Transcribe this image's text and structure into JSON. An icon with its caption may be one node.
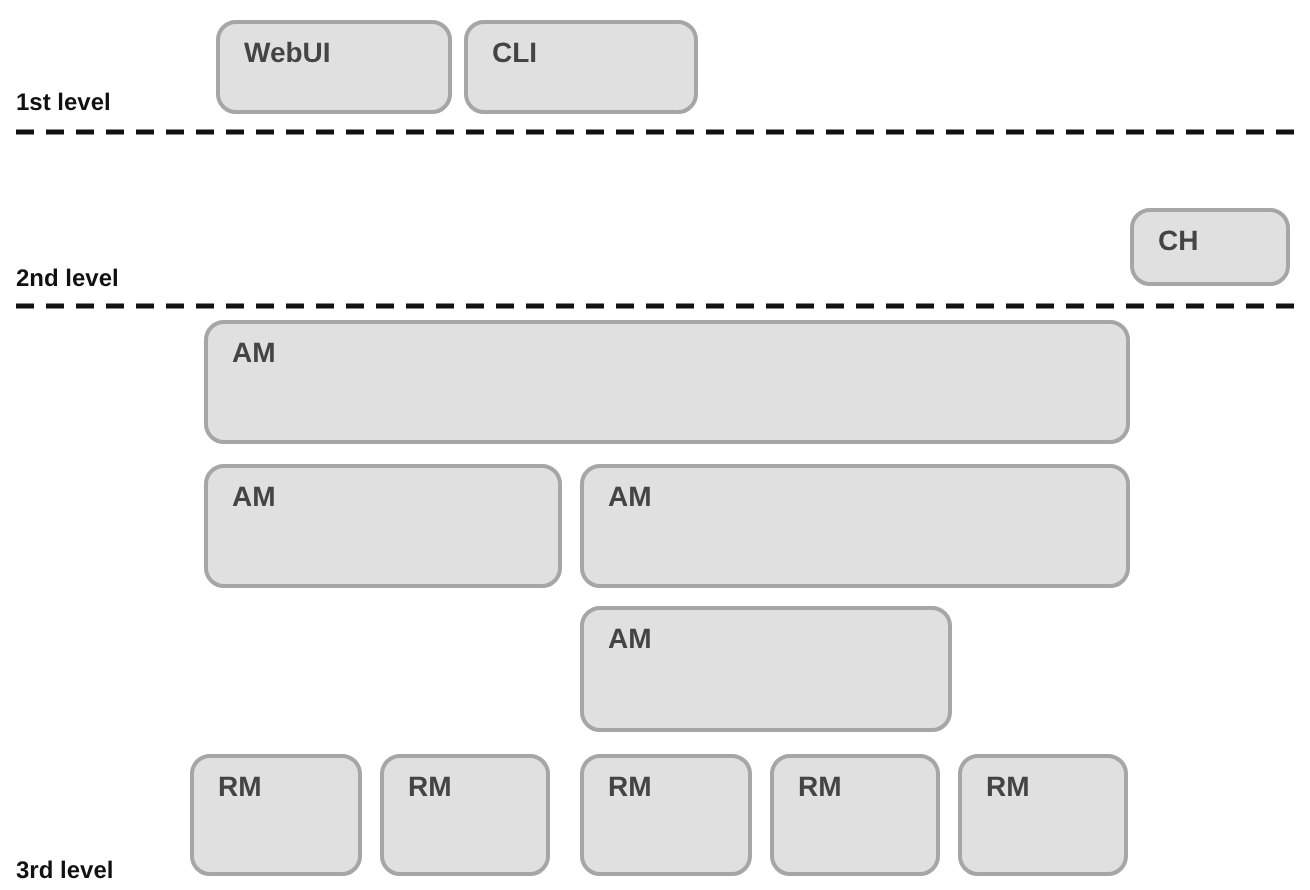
{
  "diagram": {
    "nodes": [
      {
        "text": [
          "WebUI"
        ]
      },
      {
        "text": [
          "CLI"
        ]
      },
      {
        "text": [
          "CH"
        ]
      },
      {
        "text": [
          "AM"
        ]
      },
      {
        "text": [
          "AM"
        ]
      },
      {
        "text": [
          "AM"
        ]
      },
      {
        "text": [
          "AM"
        ]
      },
      {
        "text": [
          "RM"
        ]
      },
      {
        "text": [
          "RM"
        ]
      },
      {
        "text": [
          "RM"
        ]
      },
      {
        "text": [
          "RM"
        ]
      },
      {
        "text": [
          "RM"
        ]
      }
    ],
    "labels": [
      "1st level",
      "2nd level",
      "3rd level"
    ]
  }
}
